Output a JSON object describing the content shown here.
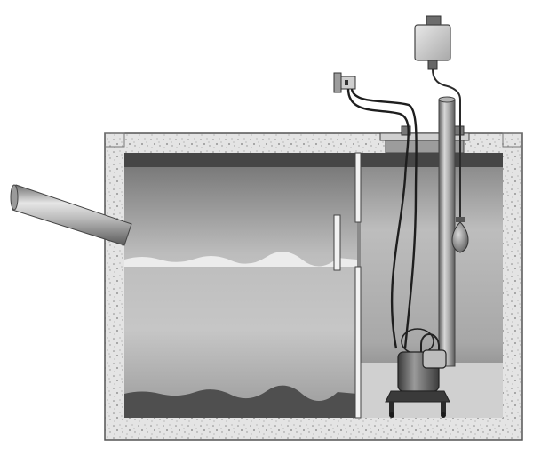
{
  "diagram": {
    "subject": "septic-tank-with-submersible-effluent-pump",
    "labels": [],
    "components": [
      "concrete-tank",
      "inlet-pipe",
      "scum-layer",
      "sludge-layer",
      "baffle-wall",
      "inlet-baffle",
      "tank-lid",
      "discharge-pipe",
      "control-box",
      "float-switch",
      "submersible-pump",
      "pump-power-cord",
      "outlet-box"
    ],
    "colors": {
      "concrete": "#e3e3e3",
      "concrete-speckle": "#8a8a8a",
      "water-light": "#c2c2c2",
      "water-dark": "#6a6a6a",
      "tank-top-band": "#4a4a4a",
      "sludge": "#575757",
      "pipe": "#a8a8a8",
      "cord": "#1e1e1e"
    }
  }
}
